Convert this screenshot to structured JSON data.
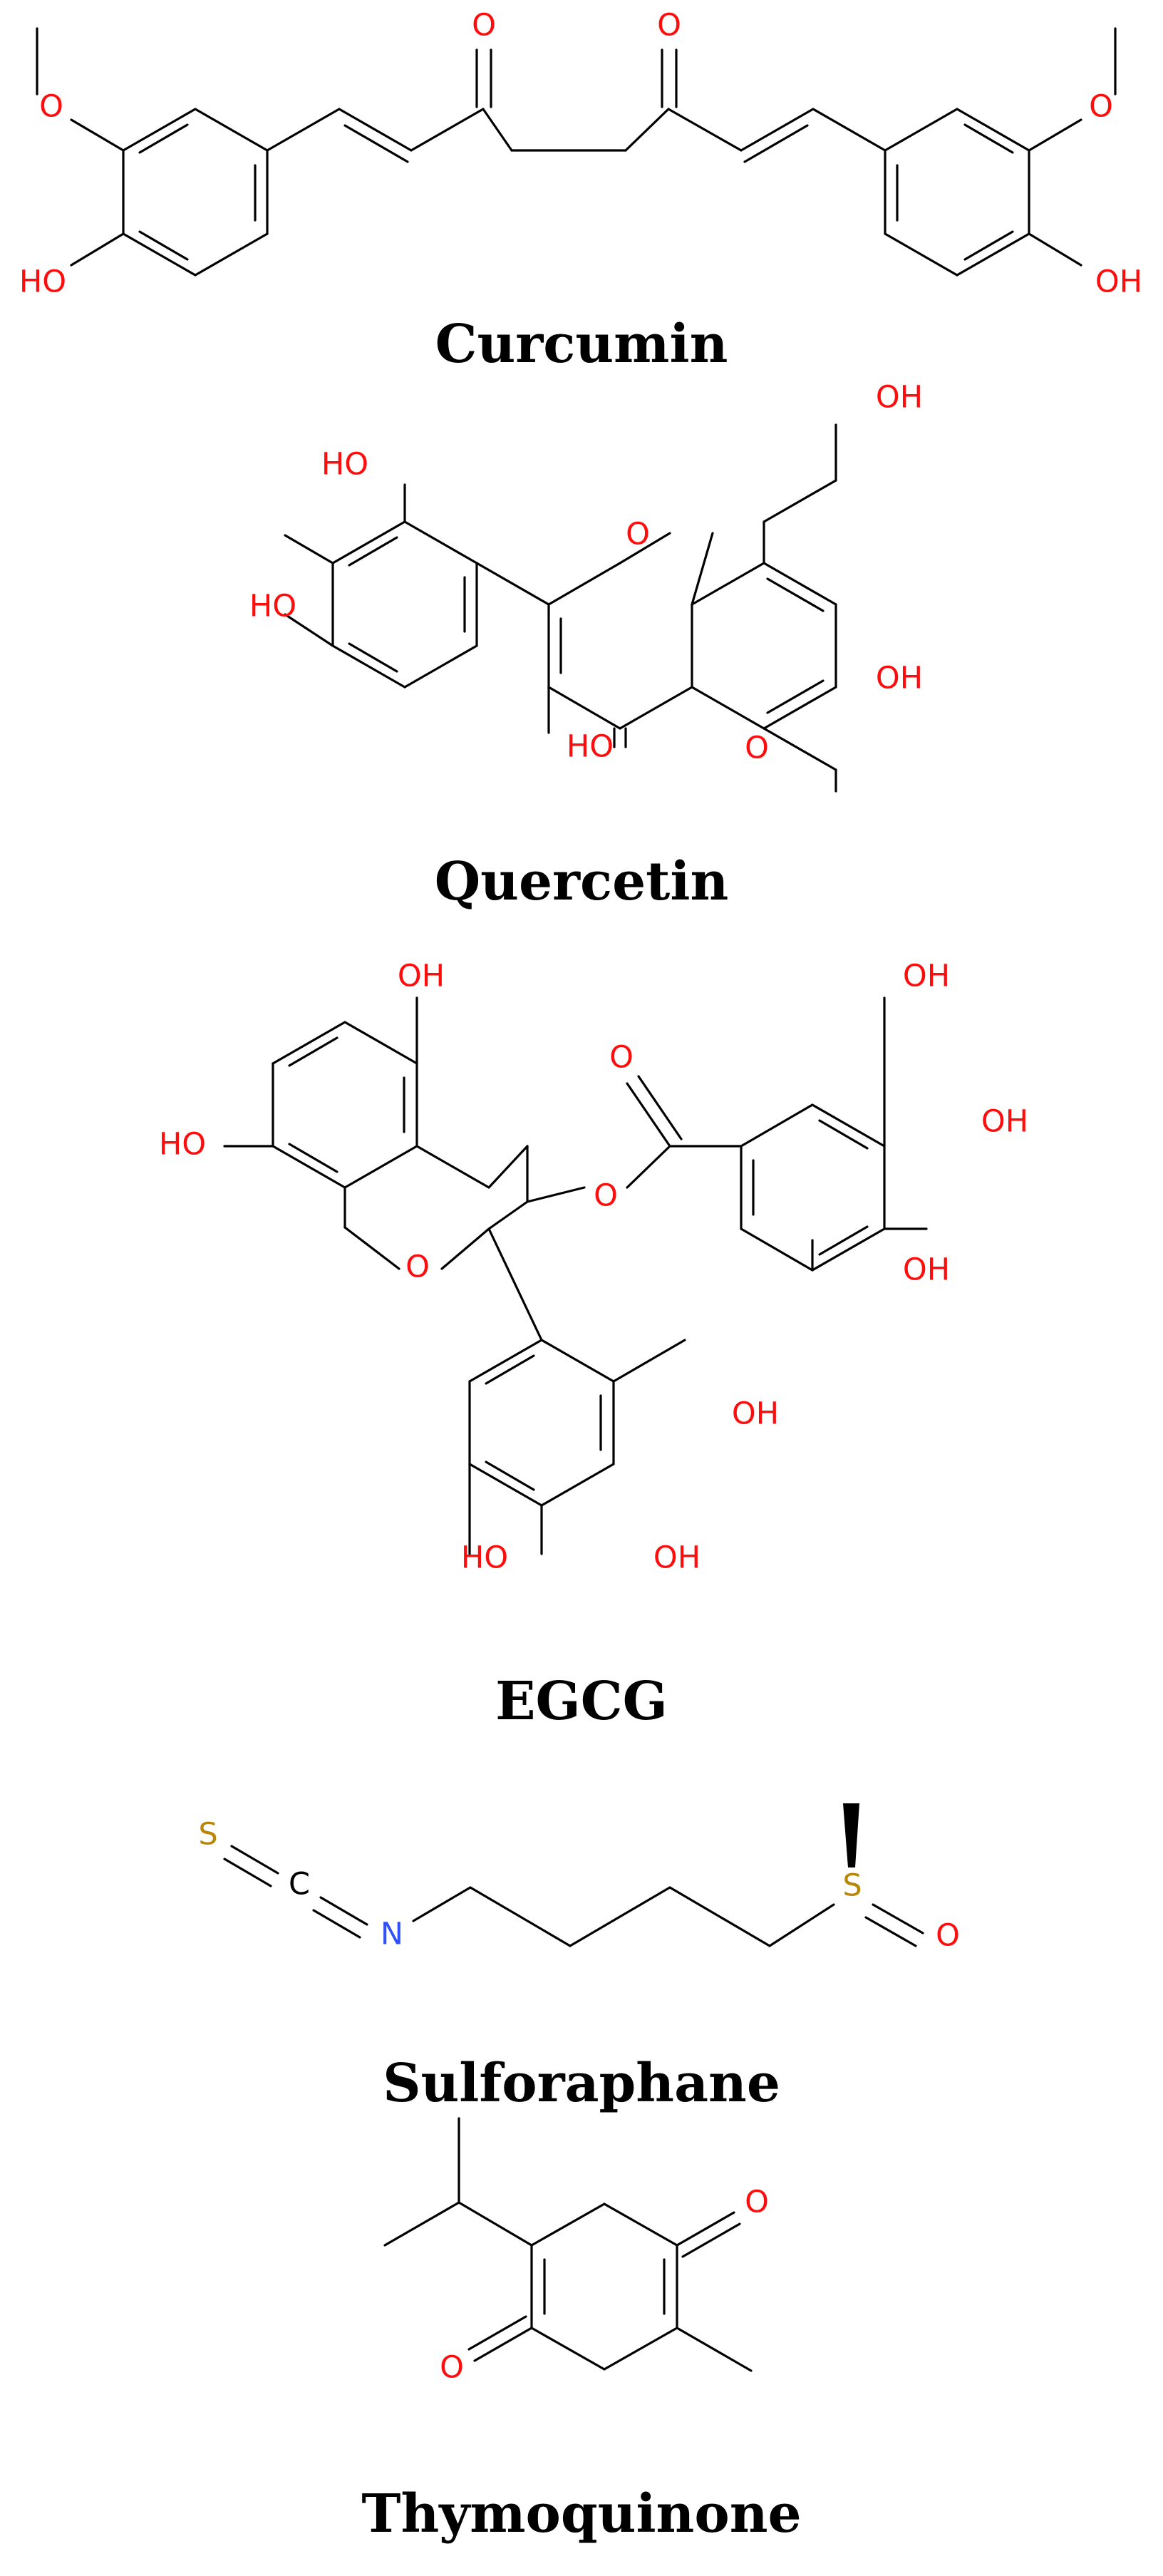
{
  "colors": {
    "oxygen": "#ff0d0d",
    "nitrogen": "#3050f8",
    "sulfur": "#b8860b",
    "carbon": "#000000",
    "bond": "#000000"
  },
  "atoms": {
    "O": "O",
    "OH": "OH",
    "HO": "HO",
    "N": "N",
    "S": "S",
    "C": "C"
  },
  "compounds": {
    "curcumin": {
      "name": "Curcumin"
    },
    "quercetin": {
      "name": "Quercetin"
    },
    "egcg": {
      "name": "EGCG"
    },
    "sulforaphane": {
      "name": "Sulforaphane"
    },
    "thymoquinone": {
      "name": "Thymoquinone"
    }
  }
}
